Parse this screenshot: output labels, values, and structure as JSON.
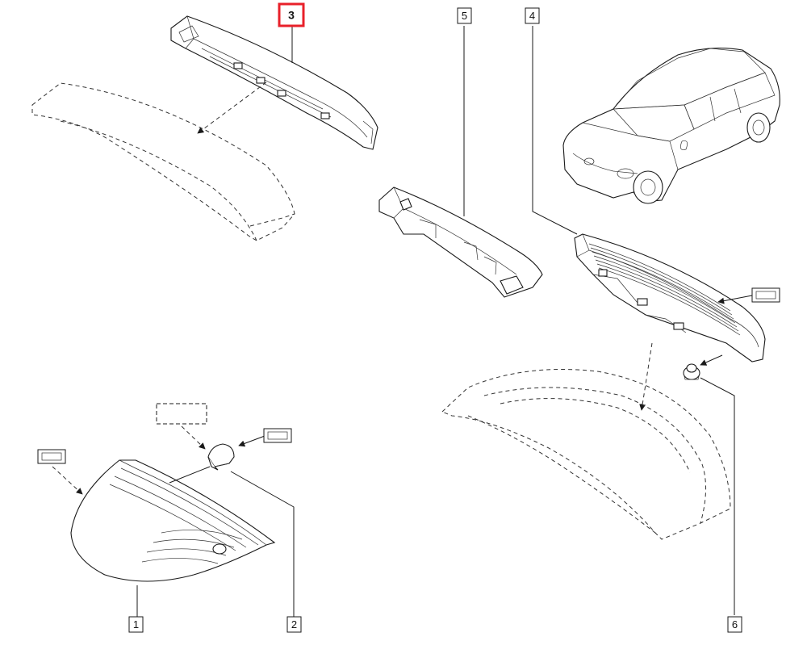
{
  "callouts": [
    {
      "id": "1",
      "label": "1",
      "highlighted": false
    },
    {
      "id": "2",
      "label": "2",
      "highlighted": false
    },
    {
      "id": "3",
      "label": "3",
      "highlighted": true
    },
    {
      "id": "4",
      "label": "4",
      "highlighted": false
    },
    {
      "id": "5",
      "label": "5",
      "highlighted": false
    },
    {
      "id": "6",
      "label": "6",
      "highlighted": false
    }
  ],
  "colors": {
    "highlight": "#e8202a",
    "line": "#1a1a1a",
    "background": "#ffffff"
  }
}
